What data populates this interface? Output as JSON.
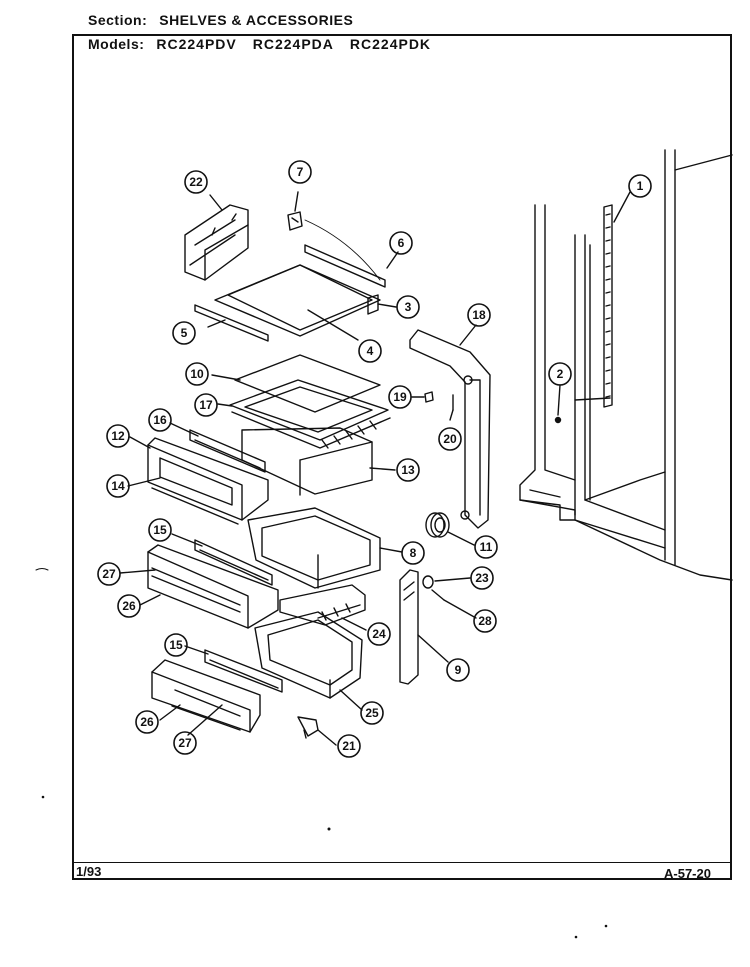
{
  "header": {
    "section_label": "Section:",
    "section_value": "SHELVES & ACCESSORIES",
    "models_label": "Models:",
    "models": [
      "RC224PDV",
      "RC224PDA",
      "RC224PDK"
    ]
  },
  "footer": {
    "date": "1/93",
    "page_code": "A-57-20"
  },
  "callouts": [
    "1",
    "2",
    "3",
    "4",
    "5",
    "6",
    "7",
    "8",
    "9",
    "10",
    "11",
    "12",
    "13",
    "14",
    "15",
    "15",
    "16",
    "17",
    "18",
    "19",
    "20",
    "21",
    "22",
    "23",
    "24",
    "25",
    "26",
    "26",
    "27",
    "27",
    "28"
  ]
}
